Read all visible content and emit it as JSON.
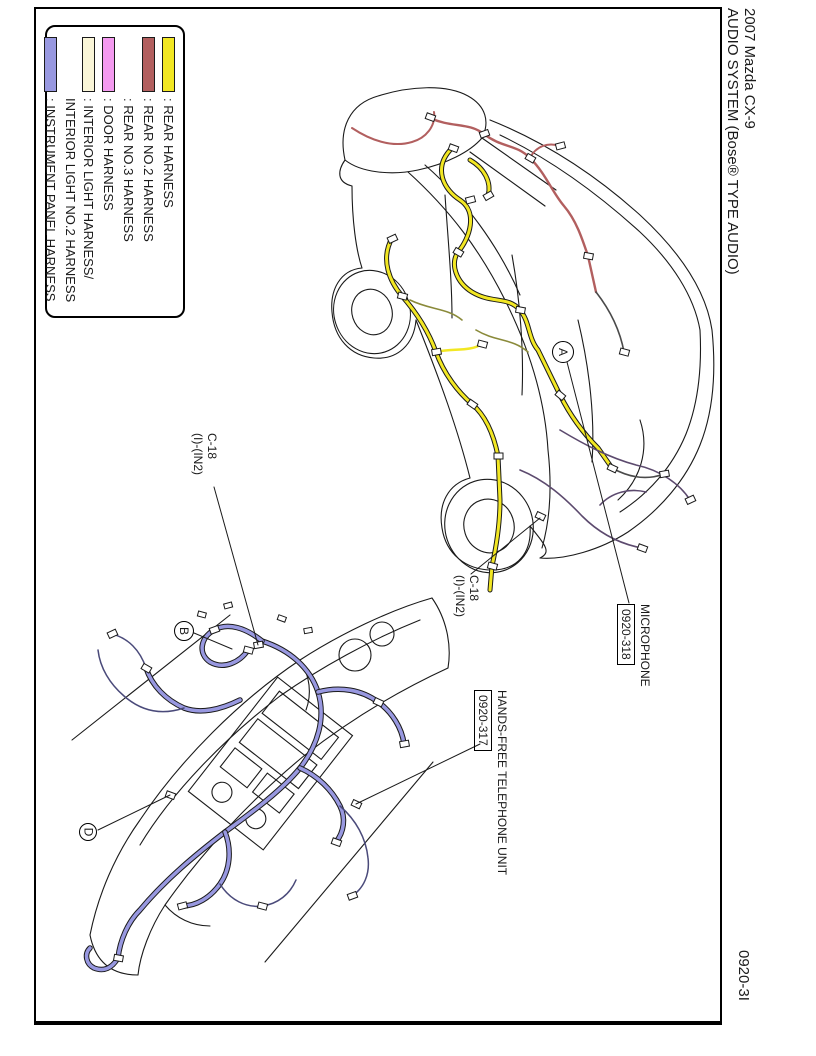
{
  "header": {
    "title_line1": "2007 Mazda CX-9",
    "title_line2": "AUDIO SYSTEM (Bose® TYPE AUDIO)",
    "page_code": "0920-3I"
  },
  "legend": {
    "items": [
      {
        "label": ": REAR HARNESS",
        "color": "#f2e723",
        "border": "#1a1a1a"
      },
      {
        "label": ": REAR NO.2 HARNESS",
        "color": "#b25f5f",
        "border": "#1a1a1a"
      },
      {
        "label": ": REAR NO.3 HARNESS",
        "color": "#ffffff",
        "border": "#ffffff"
      },
      {
        "label": ": DOOR HARNESS",
        "color": "#f49af0",
        "border": "#1a1a1a"
      },
      {
        "label": ": INTERIOR LIGHT HARNESS/\nINTERIOR LIGHT NO.2 HARNESS",
        "color": "#faf6d8",
        "border": "#1a1a1a"
      },
      {
        "label": ": INSTRUMENT PANEL HARNESS",
        "color": "#9898e0",
        "border": "#1a1a1a"
      }
    ]
  },
  "callouts": {
    "c18_upper": {
      "line1": "C-18",
      "line2": "(I)-(IN2)"
    },
    "c18_lower": {
      "line1": "C-18",
      "line2": "(I)-(IN2)"
    },
    "microphone": {
      "label": "MICROPHONE",
      "ref": "0920-318"
    },
    "handsfree": {
      "label": "HANDS-FREE TELEPHONE UNIT",
      "ref": "0920-317"
    }
  },
  "view_markers": {
    "car": "A",
    "dash_top": "B",
    "dash_left": "D"
  },
  "harness_colors": {
    "rear": "#f2e723",
    "rear_no2": "#b25f5f",
    "rear_no3": "#ffffff",
    "door": "#f49af0",
    "interior_light": "#faf6d8",
    "instrument_panel": "#9898e0"
  }
}
